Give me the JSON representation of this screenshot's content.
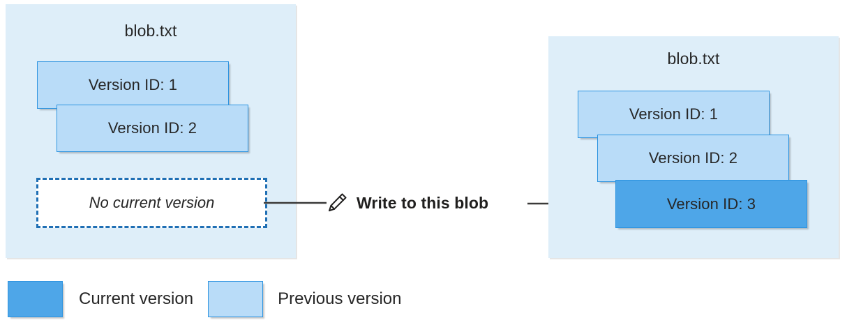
{
  "diagram": {
    "title_left": "blob.txt",
    "title_right": "blob.txt",
    "action": {
      "icon": "pencil-icon",
      "label": "Write to this blob"
    },
    "colors": {
      "panel_background": "#deeef9",
      "previous_version": "#b9dcf8",
      "current_version": "#4ea6e8",
      "card_border": "#2e94e0",
      "dashed_border": "#1f6fb4",
      "connector": "#3b3a39",
      "text": "#262626"
    },
    "before": {
      "blob_name": "blob.txt",
      "versions": [
        {
          "label": "Version ID: 1",
          "state": "previous"
        },
        {
          "label": "Version ID: 2",
          "state": "previous"
        }
      ],
      "current": {
        "label": "No current version",
        "state": "none"
      }
    },
    "after": {
      "blob_name": "blob.txt",
      "versions": [
        {
          "label": "Version ID: 1",
          "state": "previous"
        },
        {
          "label": "Version ID: 2",
          "state": "previous"
        },
        {
          "label": "Version ID: 3",
          "state": "current"
        }
      ]
    },
    "legend": [
      {
        "label": "Current version",
        "state": "current"
      },
      {
        "label": "Previous version",
        "state": "previous"
      }
    ]
  }
}
